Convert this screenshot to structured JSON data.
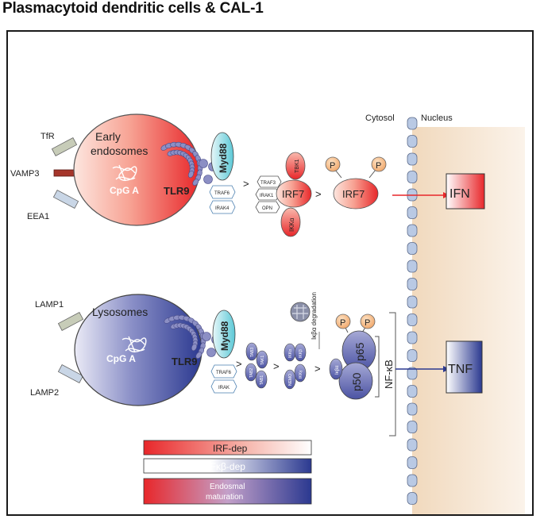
{
  "title": "Plasmacytoid dendritic cells & CAL-1",
  "compartments": {
    "cytosol": "Cytosol",
    "nucleus": "Nucleus"
  },
  "upper_path": {
    "compartment": "Early endosomes",
    "ligand": "CpG A",
    "receptor": "TLR9",
    "adaptor": "Myd88",
    "membrane_markers": [
      "TfR",
      "VAMP3",
      "EEA1"
    ],
    "adaptor_partners": [
      "TRAF6",
      "IRAK4"
    ],
    "complex": [
      "TRAF3",
      "IRAK1",
      "OPN",
      "TBK1",
      "IKKα"
    ],
    "factor": "IRF7",
    "phospho": "P",
    "arrow": ">",
    "output": "IFN"
  },
  "lower_path": {
    "compartment": "Lysosomes",
    "ligand": "CpG A",
    "receptor": "TLR9",
    "adaptor": "Myd88",
    "membrane_markers": [
      "LAMP1",
      "LAMP2"
    ],
    "adaptor_partners": [
      "TRAF6",
      "IRAK"
    ],
    "tak_complex": [
      "TAB3",
      "TAK1",
      "TAB2",
      "TAB1"
    ],
    "ikk_complex": [
      "IKKα",
      "IKKβ",
      "IKKγ",
      "NEMO"
    ],
    "degradation": "Iκβα degradation",
    "inhibitor": "Iκβα",
    "nfkb_subunits": [
      "p50",
      "p65"
    ],
    "nfkb_label": "NF-κB",
    "phospho": "P",
    "arrow": ">",
    "output": "TNF"
  },
  "legend": {
    "irf": "IRF-dep",
    "nfkb": "NFκβ-dep",
    "maturation_line1": "Endosmal",
    "maturation_line2": "maturation"
  },
  "colors": {
    "red": "#e8272a",
    "blue": "#2b3990",
    "cyan": "#5bc8d6",
    "nucleus_bg": "#f6e7d4"
  }
}
